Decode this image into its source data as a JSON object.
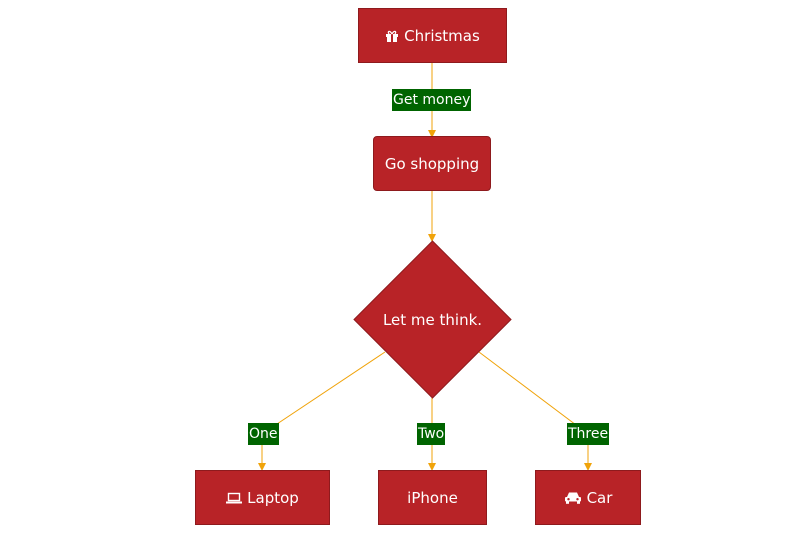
{
  "diagram": {
    "colors": {
      "node_fill": "#b82327",
      "node_border": "#8e1a1d",
      "edge": "#f0a30a",
      "label_bg": "#006400",
      "text": "#ffffff"
    },
    "nodes": {
      "christmas": {
        "label": "Christmas",
        "icon": "gift-icon"
      },
      "shopping": {
        "label": "Go shopping"
      },
      "decision": {
        "label": "Let me think."
      },
      "laptop": {
        "label": "Laptop",
        "icon": "laptop-icon"
      },
      "iphone": {
        "label": "iPhone"
      },
      "car": {
        "label": "Car",
        "icon": "car-icon"
      }
    },
    "edges": {
      "get_money": {
        "label": "Get money",
        "from": "Christmas",
        "to": "Go shopping"
      },
      "shopping_decision": {
        "label": "",
        "from": "Go shopping",
        "to": "Let me think."
      },
      "one": {
        "label": "One",
        "from": "Let me think.",
        "to": "Laptop"
      },
      "two": {
        "label": "Two",
        "from": "Let me think.",
        "to": "iPhone"
      },
      "three": {
        "label": "Three",
        "from": "Let me think.",
        "to": "Car"
      }
    }
  }
}
